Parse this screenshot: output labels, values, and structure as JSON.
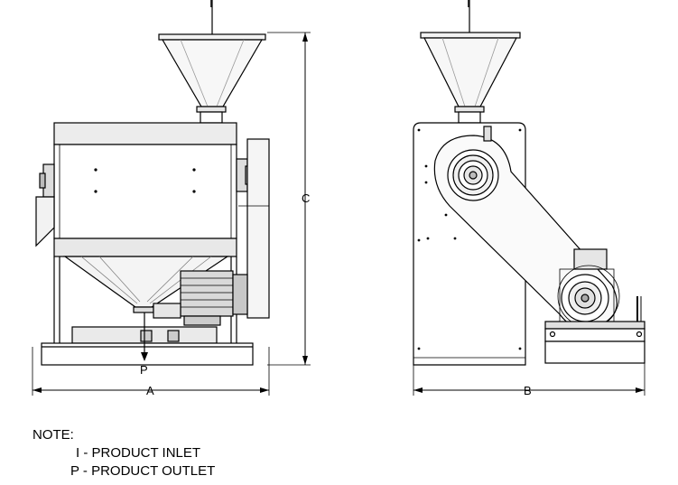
{
  "drawing": {
    "labels": {
      "inlet_front": "I",
      "inlet_side": "I",
      "outlet": "P",
      "dim_width": "A",
      "dim_depth": "B",
      "dim_height": "C"
    }
  },
  "notes": {
    "heading": "NOTE:",
    "items": [
      "I - PRODUCT INLET",
      "P - PRODUCT OUTLET"
    ]
  }
}
